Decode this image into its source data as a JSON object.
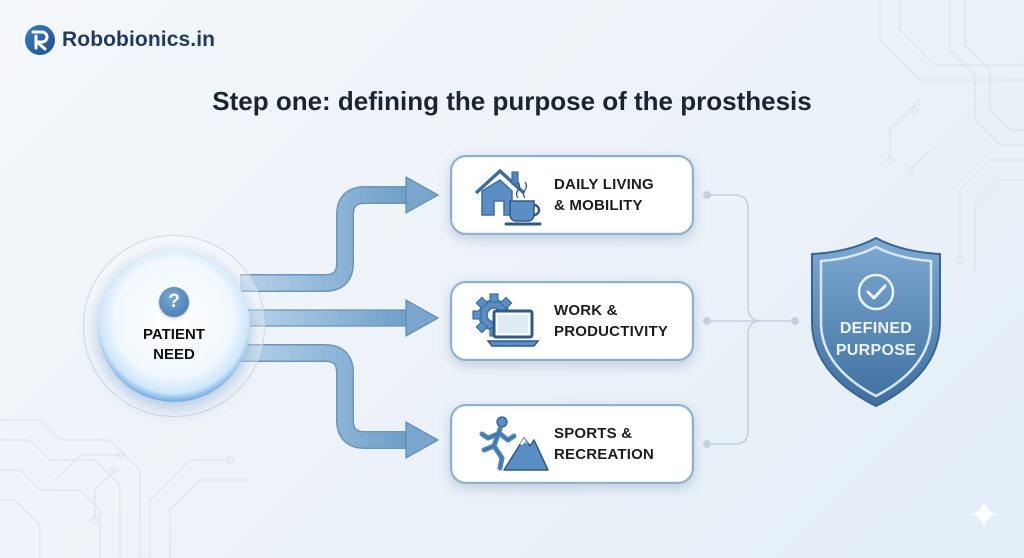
{
  "brand": {
    "name": "Robobionics.in",
    "logo_icon": "r-monogram-circle-icon",
    "color": "#1e3a5f"
  },
  "title": "Step one: defining the purpose of the prosthesis",
  "source_node": {
    "icon": "question-mark-icon",
    "label_line1": "PATIENT",
    "label_line2": "NEED",
    "accent": "#2d7fd0"
  },
  "categories": [
    {
      "icon": "house-with-coffee-cup-icon",
      "line1": "DAILY LIVING",
      "line2": "& MOBILITY"
    },
    {
      "icon": "gear-and-laptop-icon",
      "line1": "WORK &",
      "line2": "PRODUCTIVITY"
    },
    {
      "icon": "runner-and-mountain-icon",
      "line1": "SPORTS &",
      "line2": "RECREATION"
    }
  ],
  "result_node": {
    "icon": "checkmark-circle-icon",
    "label_line1": "DEFINED",
    "label_line2": "PURPOSE",
    "shape": "shield",
    "color": "#4f82b4"
  },
  "colors": {
    "arrow": "#7ba8cf",
    "connector": "#c5d2de",
    "card_border": "#8fb0cc",
    "icon_blue": "#4f86bd"
  }
}
